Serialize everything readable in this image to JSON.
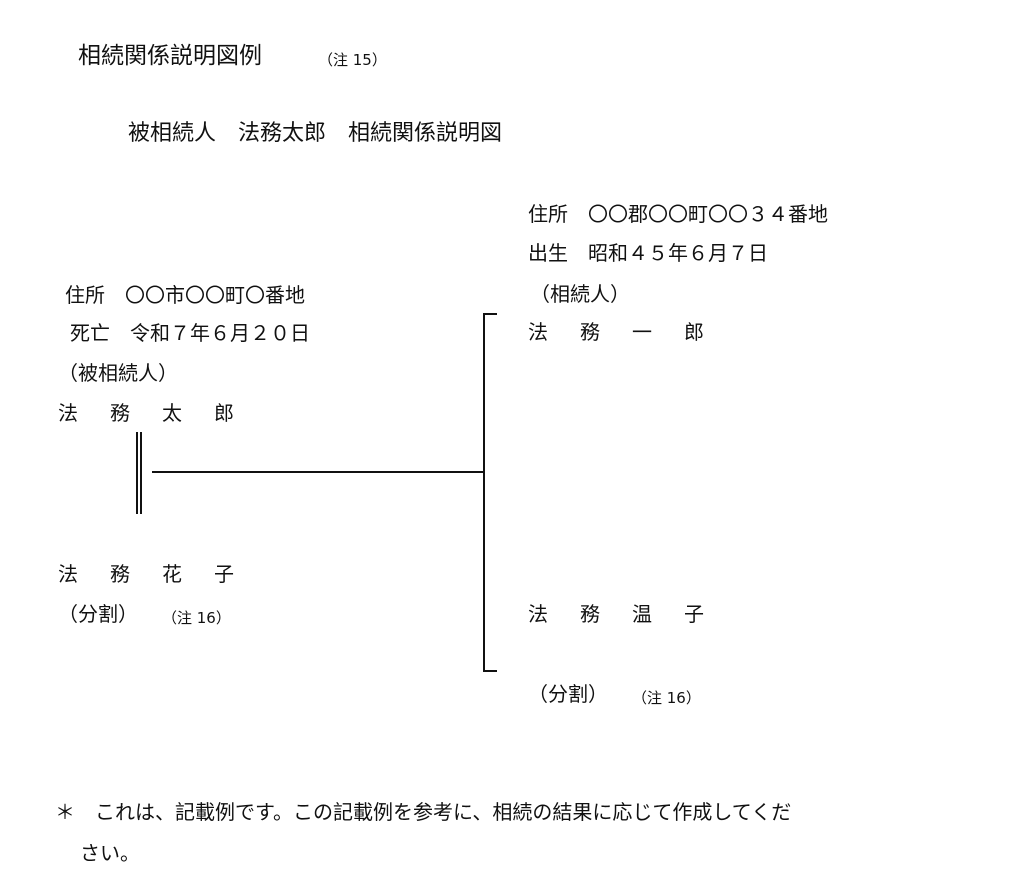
{
  "header": {
    "title": "相続関係説明図例",
    "title_note": "（注 15）",
    "subtitle": "被相続人　法務太郎　相続関係説明図"
  },
  "decedent": {
    "address": "住所　〇〇市〇〇町〇番地",
    "death": "死亡　令和７年６月２０日",
    "role": "（被相続人）",
    "name": "法　務　太　郎"
  },
  "spouse": {
    "name": "法　務　花　子",
    "note": "（分割）",
    "note_ref": "（注 16）"
  },
  "heir1": {
    "address": "住所　〇〇郡〇〇町〇〇３４番地",
    "birth": "出生　昭和４５年６月７日",
    "role": "（相続人）",
    "name": "法　務　一　郎"
  },
  "heir2": {
    "name": "法　務　温　子",
    "note": "（分割）",
    "note_ref": "（注 16）"
  },
  "footnote": {
    "line1": "＊　これは、記載例です。この記載例を参考に、相続の結果に応じて作成してくだ",
    "line2": "さい。"
  }
}
